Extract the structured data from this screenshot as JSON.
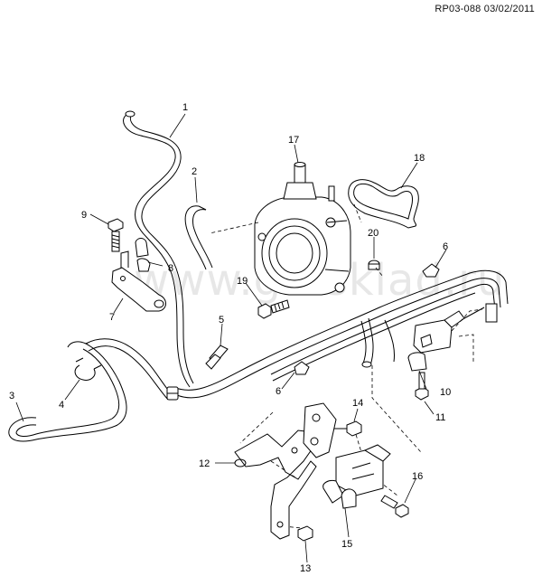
{
  "header": {
    "ref": "RP03-088 03/02/2011"
  },
  "watermark": "www.gmsklad.ru",
  "callouts": [
    {
      "id": "c1",
      "label": "1"
    },
    {
      "id": "c2",
      "label": "2"
    },
    {
      "id": "c3",
      "label": "3"
    },
    {
      "id": "c4",
      "label": "4"
    },
    {
      "id": "c5",
      "label": "5"
    },
    {
      "id": "c6a",
      "label": "6"
    },
    {
      "id": "c6b",
      "label": "6"
    },
    {
      "id": "c7",
      "label": "7"
    },
    {
      "id": "c8",
      "label": "8"
    },
    {
      "id": "c9",
      "label": "9"
    },
    {
      "id": "c10",
      "label": "10"
    },
    {
      "id": "c11",
      "label": "11"
    },
    {
      "id": "c12",
      "label": "12"
    },
    {
      "id": "c13",
      "label": "13"
    },
    {
      "id": "c14",
      "label": "14"
    },
    {
      "id": "c15",
      "label": "15"
    },
    {
      "id": "c16",
      "label": "16"
    },
    {
      "id": "c17",
      "label": "17"
    },
    {
      "id": "c18",
      "label": "18"
    },
    {
      "id": "c19",
      "label": "19"
    },
    {
      "id": "c20",
      "label": "20"
    }
  ]
}
